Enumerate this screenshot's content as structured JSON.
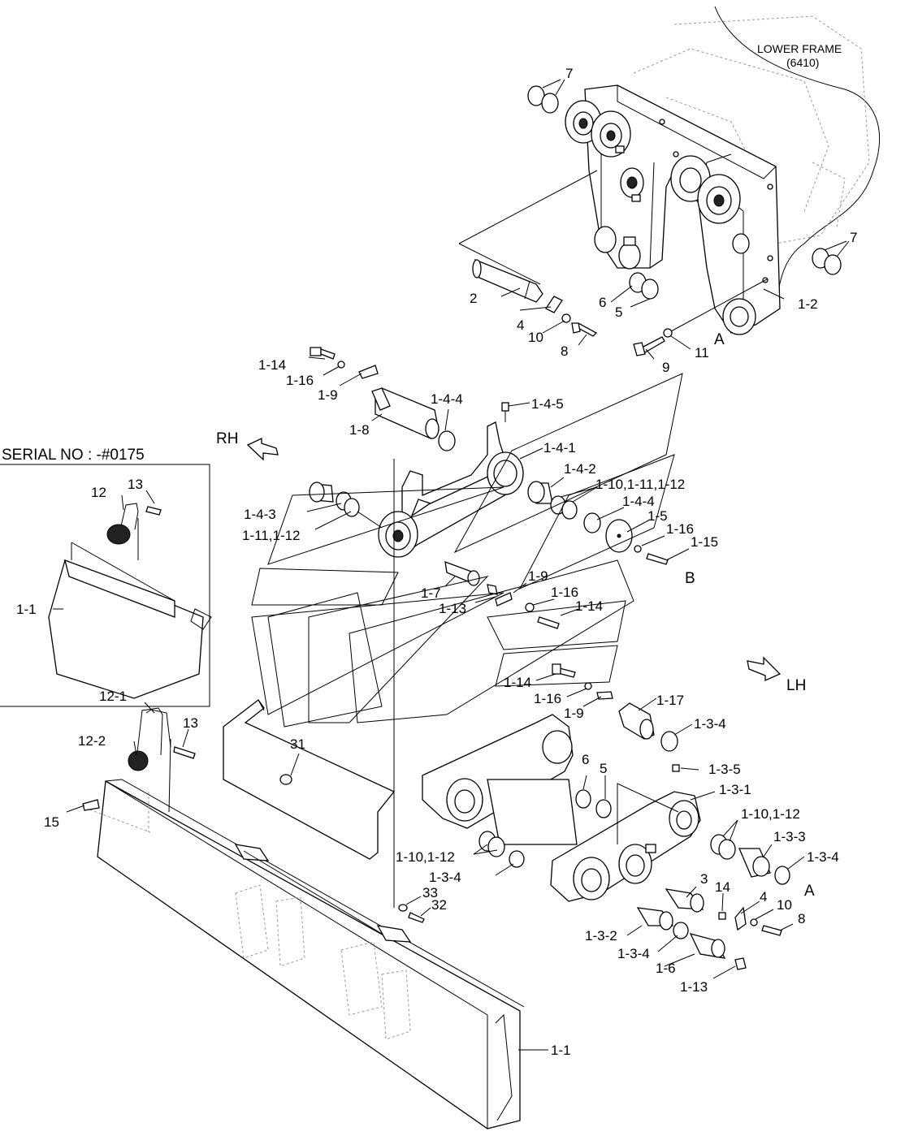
{
  "notes": {
    "lower_frame": "LOWER FRAME",
    "lower_frame_code": "(6410)",
    "serial": "SERIAL NO : -#0175",
    "rh": "RH",
    "lh": "LH"
  },
  "labels": {
    "p7a": "7",
    "p7b": "7",
    "p2": "2",
    "p6a": "6",
    "p5a": "5",
    "p1_2": "1-2",
    "p4a": "4",
    "p10a": "10",
    "p8a": "8",
    "p11": "11",
    "pA1": "A",
    "p9": "9",
    "p1_14a": "1-14",
    "p1_16a": "1-16",
    "p1_9a": "1-9",
    "p1_4_4a": "1-4-4",
    "p1_4_5": "1-4-5",
    "p1_8": "1-8",
    "p1_4_1": "1-4-1",
    "p1_4_2": "1-4-2",
    "p1_10_11_12": "1-10,1-11,1-12",
    "p1_4_4b": "1-4-4",
    "p1_4_3": "1-4-3",
    "p1_11_12": "1-11,1-12",
    "p1_5": "1-5",
    "p1_16b": "1-16",
    "p1_15": "1-15",
    "pB": "B",
    "p1_9b": "1-9",
    "p1_7": "1-7",
    "p1_16c": "1-16",
    "p1_13a": "1-13",
    "p1_14b": "1-14",
    "p13a": "13",
    "p12": "12",
    "p1_1a": "1-1",
    "p1_14c": "1-14",
    "p1_16d": "1-16",
    "p1_9c": "1-9",
    "p1_17": "1-17",
    "p1_3_4a": "1-3-4",
    "p12_1": "12-1",
    "p13b": "13",
    "p12_2": "12-2",
    "p31": "31",
    "p6b": "6",
    "p5b": "5",
    "p1_3_5": "1-3-5",
    "p1_3_1": "1-3-1",
    "p15": "15",
    "p1_10_12a": "1-10,1-12",
    "p1_3_3": "1-3-3",
    "p1_10_12b": "1-10,1-12",
    "p1_3_4b": "1-3-4",
    "p1_3_4c": "1-3-4",
    "pA2": "A",
    "p3": "3",
    "p14": "14",
    "p4b": "4",
    "p10b": "10",
    "p8b": "8",
    "p33": "33",
    "p32": "32",
    "p1_3_2": "1-3-2",
    "p1_3_4d": "1-3-4",
    "p1_6": "1-6",
    "p1_13b": "1-13",
    "p1_1b": "1-1"
  }
}
